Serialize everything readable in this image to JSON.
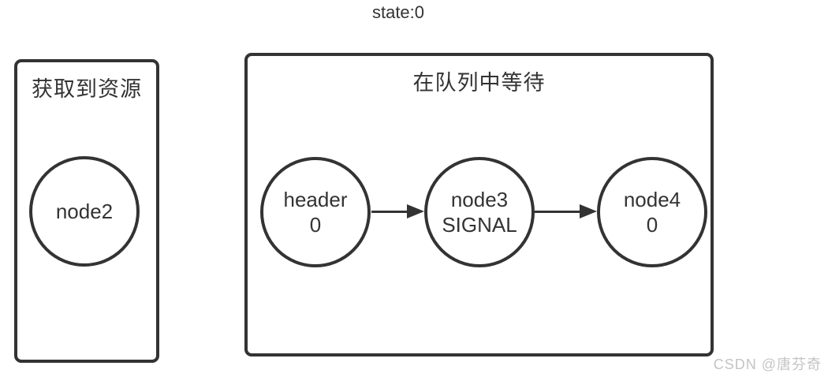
{
  "diagram": {
    "title": "state:0",
    "panels": {
      "acquired": {
        "label": "获取到资源"
      },
      "queue": {
        "label": "在队列中等待"
      }
    },
    "nodes": {
      "node2": {
        "line1": "node2"
      },
      "header": {
        "line1": "header",
        "line2": "0"
      },
      "node3": {
        "line1": "node3",
        "line2": "SIGNAL"
      },
      "node4": {
        "line1": "node4",
        "line2": "0"
      }
    },
    "arrows": [
      {
        "from": "header",
        "to": "node3"
      },
      {
        "from": "node3",
        "to": "node4"
      }
    ],
    "colors": {
      "stroke": "#333333",
      "background": "#ffffff"
    }
  },
  "watermark": {
    "text": "CSDN @唐芬奇",
    "color": "#c4c4c4"
  }
}
